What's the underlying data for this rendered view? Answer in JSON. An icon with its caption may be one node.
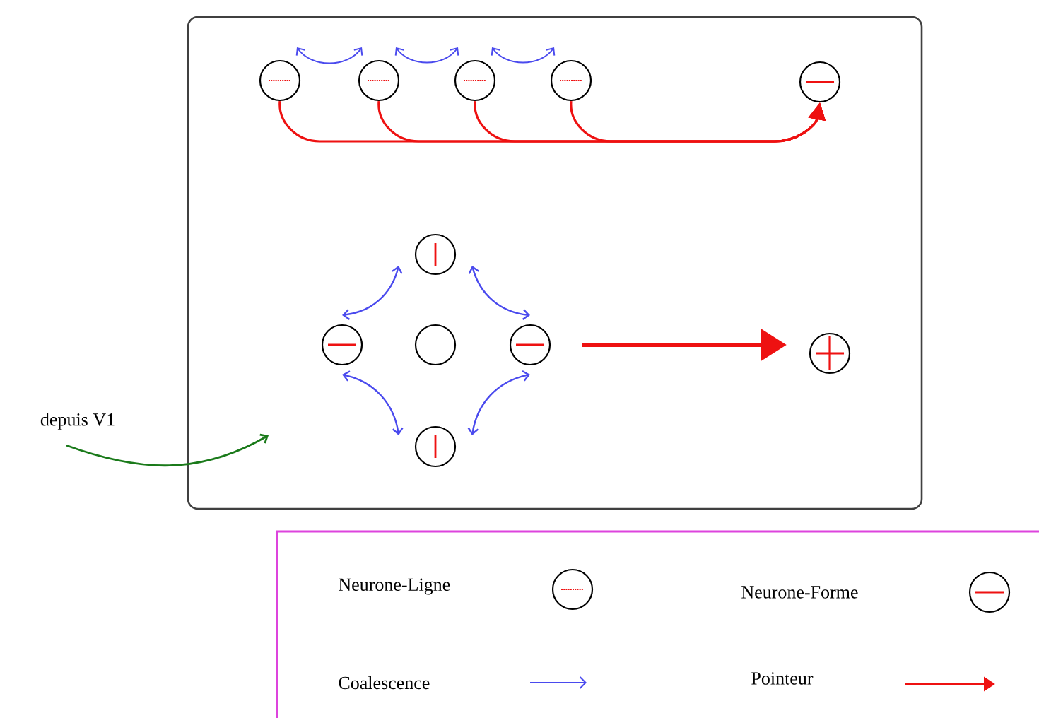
{
  "diagram": {
    "nodes": [
      {
        "text": [],
        "shape": "box"
      },
      {
        "text": [],
        "shape": "circle",
        "in": 0
      },
      {
        "text": [],
        "shape": "circle",
        "in": 0
      },
      {
        "text": [],
        "shape": "circle",
        "in": 0
      },
      {
        "text": [],
        "shape": "circle",
        "in": 0
      },
      {
        "text": [],
        "shape": "circle",
        "in": 0
      },
      {
        "text": [],
        "shape": "circle",
        "in": 0
      },
      {
        "text": [],
        "shape": "circle",
        "in": 0
      },
      {
        "text": [],
        "shape": "circle",
        "in": 0
      },
      {
        "text": [],
        "shape": "circle",
        "in": 0
      },
      {
        "text": [],
        "shape": "circle",
        "in": 0
      },
      {
        "text": [],
        "shape": "circle",
        "in": 0
      },
      {
        "text": [
          "depuis V1"
        ]
      }
    ],
    "edges": [
      {
        "from": 1,
        "to": 2,
        "arrow": "both",
        "color": "#4a4aee"
      },
      {
        "from": 2,
        "to": 3,
        "arrow": "both",
        "color": "#4a4aee"
      },
      {
        "from": 3,
        "to": 4,
        "arrow": "both",
        "color": "#4a4aee"
      },
      {
        "from": 1,
        "to": 5,
        "arrow": "to",
        "color": "#ee1111"
      },
      {
        "from": 2,
        "to": 5,
        "arrow": "to",
        "color": "#ee1111"
      },
      {
        "from": 3,
        "to": 5,
        "arrow": "to",
        "color": "#ee1111"
      },
      {
        "from": 4,
        "to": 5,
        "arrow": "to",
        "color": "#ee1111"
      },
      {
        "from": 6,
        "to": 9,
        "arrow": "both",
        "color": "#4a4aee"
      },
      {
        "from": 9,
        "to": 10,
        "arrow": "both",
        "color": "#4a4aee"
      },
      {
        "from": 10,
        "to": 7,
        "arrow": "both",
        "color": "#4a4aee"
      },
      {
        "from": 7,
        "to": 6,
        "arrow": "both",
        "color": "#4a4aee"
      },
      {
        "from": 9,
        "to": 11,
        "arrow": "to",
        "color": "#ee1111",
        "style": "thick"
      },
      {
        "from": 12,
        "to": null,
        "arrow": "to",
        "color": "#1a7a1a"
      }
    ],
    "legend": [
      {
        "text": "Neurone-Ligne"
      },
      {
        "text": "Neurone-Forme"
      },
      {
        "text": "Coalescence"
      },
      {
        "text": "Pointeur"
      }
    ]
  }
}
